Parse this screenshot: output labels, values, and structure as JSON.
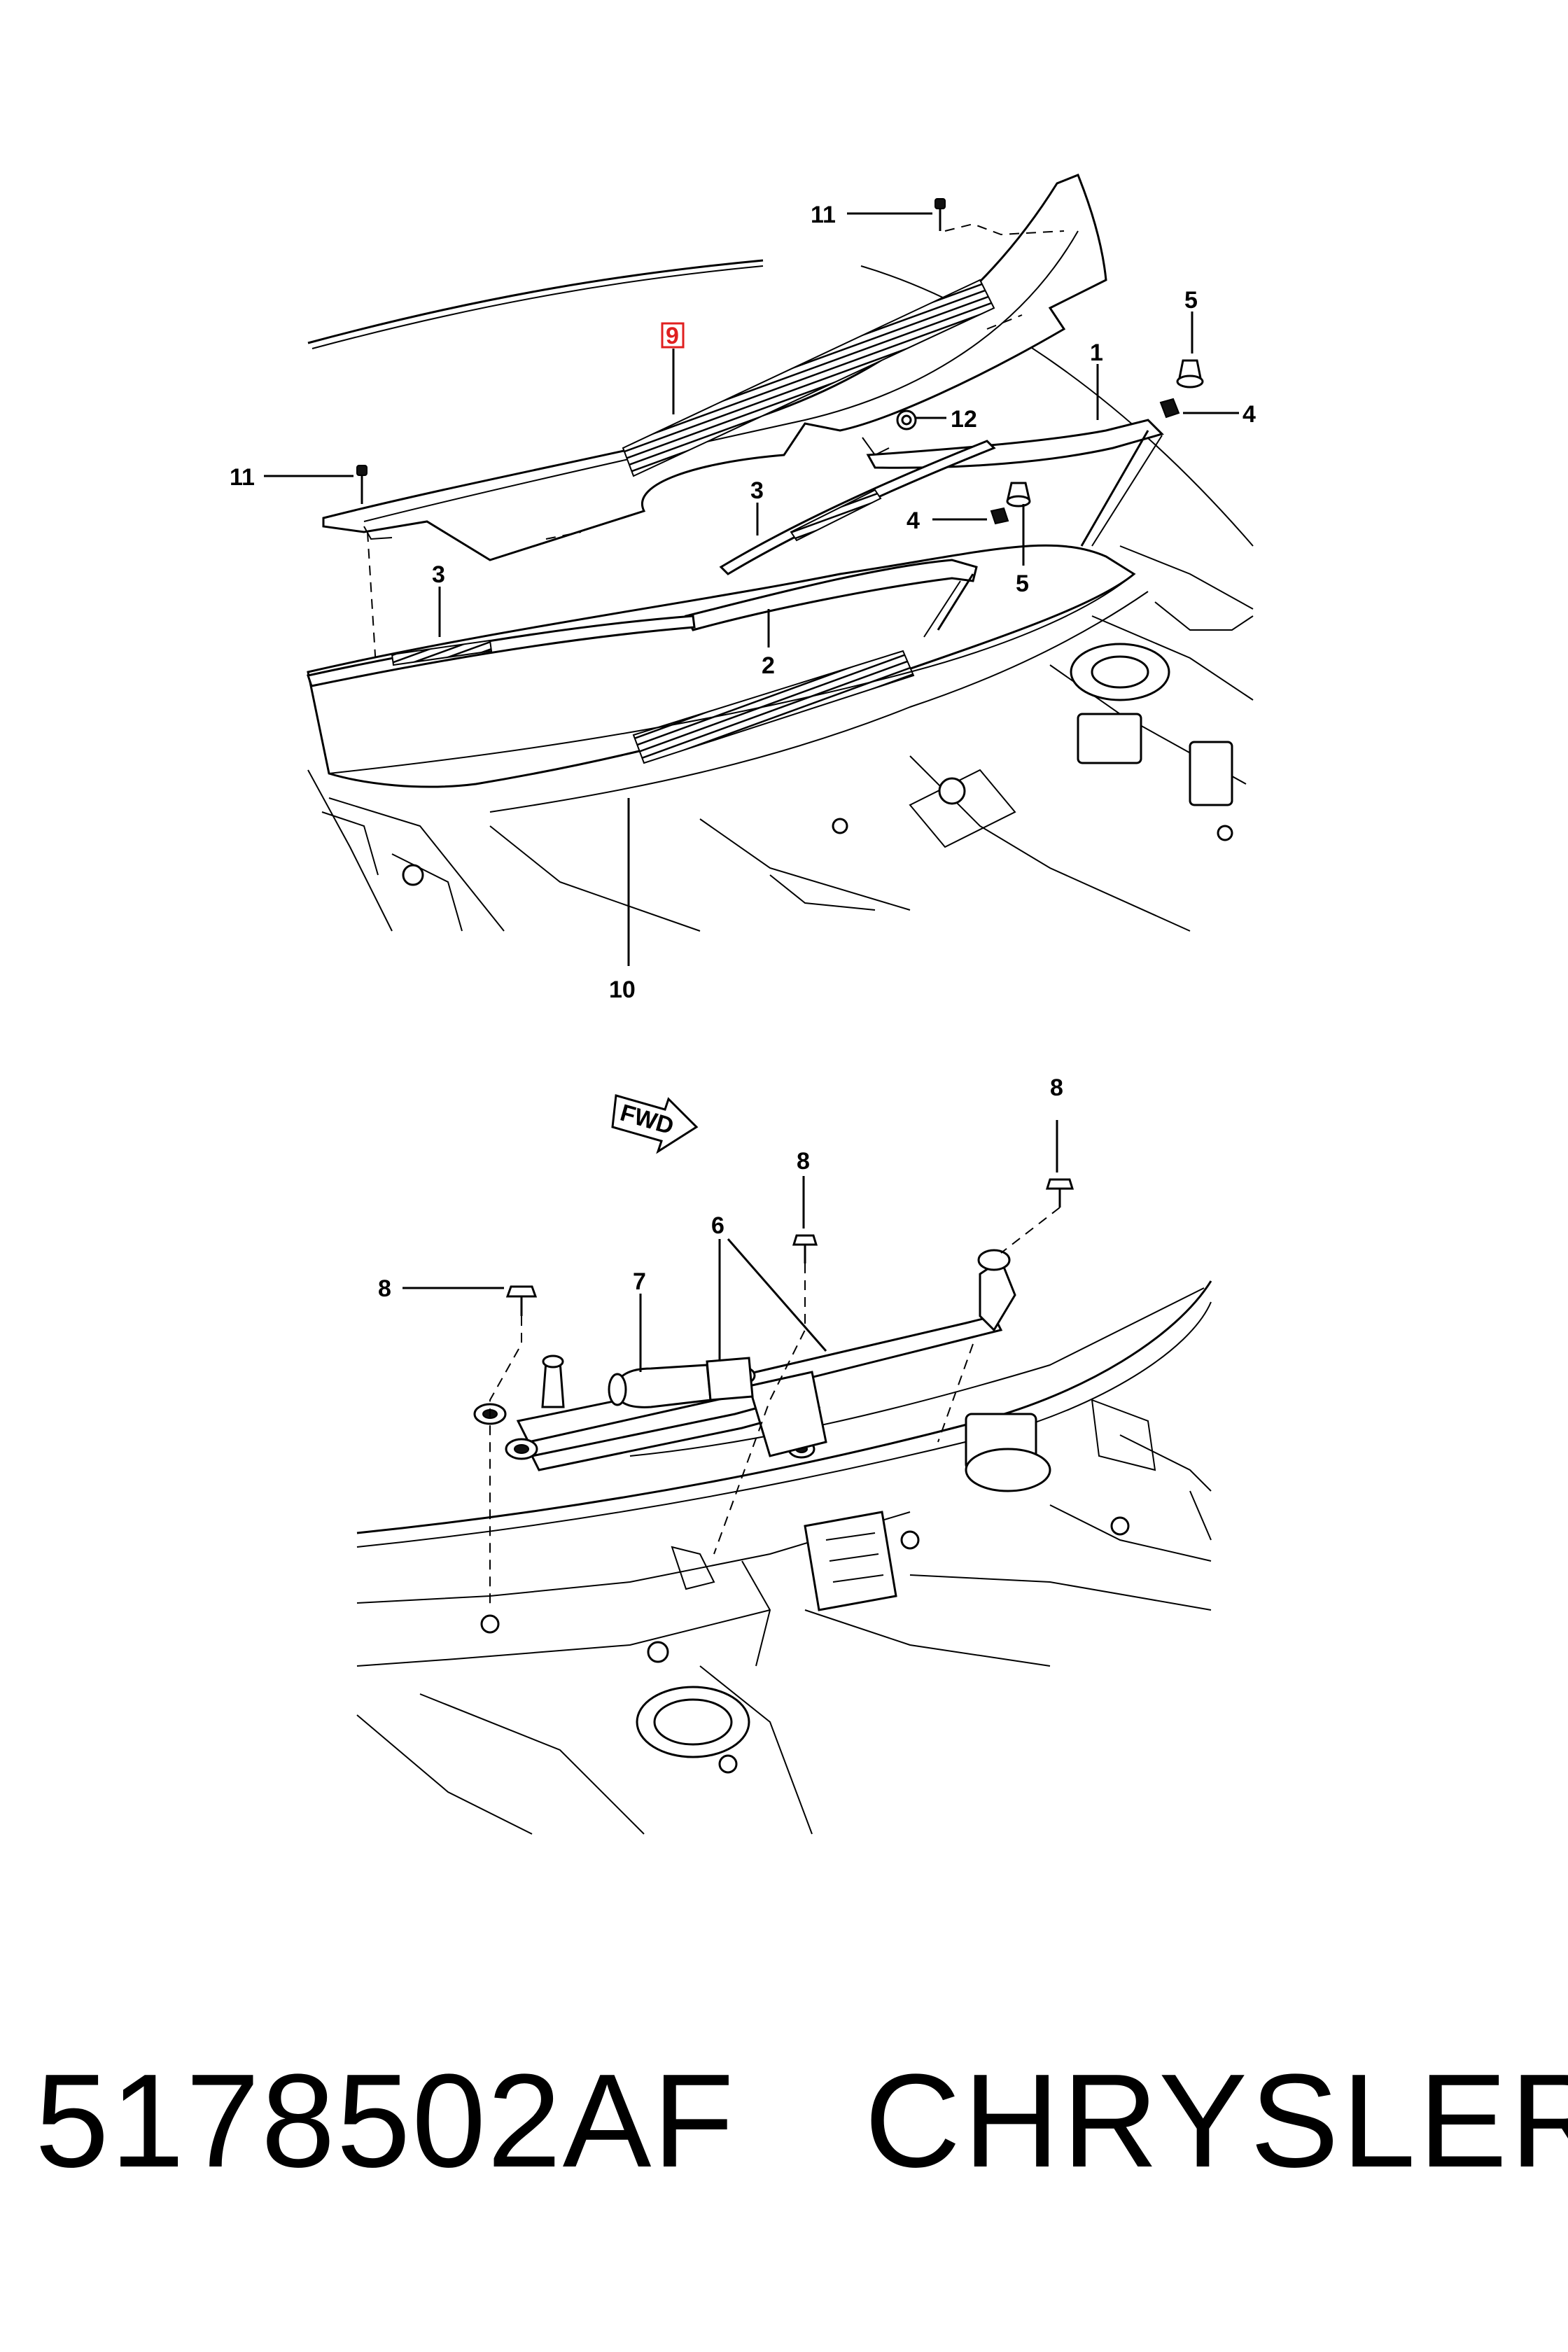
{
  "diagram": {
    "top_view": {
      "callouts": [
        {
          "id": "c11a",
          "label": "11"
        },
        {
          "id": "c11b",
          "label": "11"
        },
        {
          "id": "c9",
          "label": "9",
          "highlighted": true
        },
        {
          "id": "c5a",
          "label": "5"
        },
        {
          "id": "c1",
          "label": "1"
        },
        {
          "id": "c4a",
          "label": "4"
        },
        {
          "id": "c12",
          "label": "12"
        },
        {
          "id": "c3a",
          "label": "3"
        },
        {
          "id": "c4b",
          "label": "4"
        },
        {
          "id": "c5b",
          "label": "5"
        },
        {
          "id": "c3b",
          "label": "3"
        },
        {
          "id": "c2",
          "label": "2"
        },
        {
          "id": "c10",
          "label": "10"
        }
      ]
    },
    "bottom_view": {
      "direction_arrow_label": "FWD",
      "callouts": [
        {
          "id": "c8a",
          "label": "8"
        },
        {
          "id": "c8b",
          "label": "8"
        },
        {
          "id": "c8c",
          "label": "8"
        },
        {
          "id": "c6",
          "label": "6"
        },
        {
          "id": "c7",
          "label": "7"
        }
      ]
    },
    "highlight_color": "#e02020"
  },
  "footer": {
    "part_number": "5178502AF",
    "brand": "CHRYSLER"
  }
}
